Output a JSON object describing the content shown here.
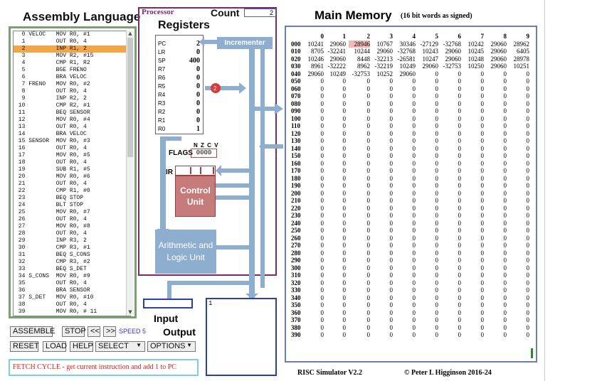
{
  "assembly": {
    "title": "Assembly Language",
    "lines": [
      "  0 VELOC   MOV R0, #1",
      "  1         OUT R0, 4",
      "  2         INP R1, 2",
      "  3         MOV R2, #15",
      "  4         CMP R1, R2",
      "  5         BGE FRENO",
      "  6         BRA VELOC",
      "  7 FRENO   MOV R0, #2",
      "  8         OUT R0, 4",
      "  9         INP R2, 2",
      " 10         CMP R2, #1",
      " 11         BEQ SENSOR",
      " 12         MOV R0, #4",
      " 13         OUT R0, 4",
      " 14         BRA VELOC",
      " 15 SENSOR  MOV R0, #3",
      " 16         OUT R0, 4",
      " 17         MOV R0, #5",
      " 18         OUT R0, 4",
      " 19         SUB R1, #5",
      " 20         MOV R0, #6",
      " 21         OUT R0, 4",
      " 22         CMP R1, #0",
      " 23         BEQ STOP",
      " 24         BLT STOP",
      " 25         MOV R0, #7",
      " 26         OUT R0, 4",
      " 27         MOV R0, #8",
      " 28         OUT R0, 4",
      " 29         INP R3, 2",
      " 30         CMP R3, #1",
      " 31         BEQ S_CONS",
      " 32         CMP R3, #2",
      " 33         BEQ S_DET",
      " 34 S_CONS  MOV R0, #9",
      " 35         OUT R0, 4",
      " 36         BRA SENSOR",
      " 37 S_DET   MOV R0, #10",
      " 38         OUT R0, 4",
      " 39         MOV R0, # 11"
    ],
    "highlight_index": 2
  },
  "buttons": {
    "assemble": "ASSEMBLE",
    "stop": "STOP",
    "back": "<<",
    "fwd": ">>",
    "speed": "SPEED 5",
    "reset": "RESET",
    "load": "LOAD",
    "help": "HELP",
    "select": "SELECT",
    "options": "OPTIONS"
  },
  "status": "FETCH CYCLE - get current instruction and add 1 to PC",
  "processor": {
    "label": "Processor",
    "count_label": "Count",
    "count_value": "2",
    "registers_title": "Registers",
    "registers": [
      {
        "name": "PC",
        "value": "2"
      },
      {
        "name": "LR",
        "value": "0"
      },
      {
        "name": "SP",
        "value": "400"
      },
      {
        "name": "R7",
        "value": "0"
      },
      {
        "name": "R6",
        "value": "0"
      },
      {
        "name": "R5",
        "value": "0"
      },
      {
        "name": "R4",
        "value": "0"
      },
      {
        "name": "R3",
        "value": "0"
      },
      {
        "name": "R2",
        "value": "0"
      },
      {
        "name": "R1",
        "value": "0"
      },
      {
        "name": "R0",
        "value": "1"
      }
    ],
    "incrementer": "Incrementer",
    "bus_token": "2",
    "flags_label": "FLAGS",
    "flags_header": "N Z C V",
    "flags_value": "0000",
    "ir_label": "IR",
    "control_unit": "Control Unit",
    "alu": "Arithmetic and Logic Unit",
    "input_label": "Input",
    "output_label": "Output",
    "output_text": "1"
  },
  "memory": {
    "title": "Main Memory",
    "subtitle": "(16 bit words as signed)",
    "columns": [
      "0",
      "1",
      "2",
      "3",
      "4",
      "5",
      "6",
      "7",
      "8",
      "9"
    ],
    "highlight": {
      "row": 0,
      "col": 2
    },
    "rows": [
      {
        "addr": "000",
        "vals": [
          "10241",
          "29060",
          "28946",
          "10767",
          "30346",
          "-27129",
          "-32768",
          "10242",
          "29060",
          "28962"
        ]
      },
      {
        "addr": "010",
        "vals": [
          "8705",
          "-32241",
          "10244",
          "29060",
          "-32768",
          "10243",
          "29060",
          "10245",
          "29060",
          "6405"
        ]
      },
      {
        "addr": "020",
        "vals": [
          "10246",
          "29060",
          "8448",
          "-32213",
          "-26581",
          "10247",
          "29060",
          "10248",
          "29060",
          "28978"
        ]
      },
      {
        "addr": "030",
        "vals": [
          "8961",
          "-32222",
          "8962",
          "-32219",
          "10249",
          "29060",
          "-32753",
          "10250",
          "29060",
          "10251"
        ]
      },
      {
        "addr": "040",
        "vals": [
          "29060",
          "10249",
          "-32753",
          "10252",
          "29060",
          "0",
          "0",
          "0",
          "0",
          "0"
        ]
      },
      {
        "addr": "050",
        "vals": [
          "0",
          "0",
          "0",
          "0",
          "0",
          "0",
          "0",
          "0",
          "0",
          "0"
        ]
      },
      {
        "addr": "060",
        "vals": [
          "0",
          "0",
          "0",
          "0",
          "0",
          "0",
          "0",
          "0",
          "0",
          "0"
        ]
      },
      {
        "addr": "070",
        "vals": [
          "0",
          "0",
          "0",
          "0",
          "0",
          "0",
          "0",
          "0",
          "0",
          "0"
        ]
      },
      {
        "addr": "080",
        "vals": [
          "0",
          "0",
          "0",
          "0",
          "0",
          "0",
          "0",
          "0",
          "0",
          "0"
        ]
      },
      {
        "addr": "090",
        "vals": [
          "0",
          "0",
          "0",
          "0",
          "0",
          "0",
          "0",
          "0",
          "0",
          "0"
        ]
      },
      {
        "addr": "100",
        "vals": [
          "0",
          "0",
          "0",
          "0",
          "0",
          "0",
          "0",
          "0",
          "0",
          "0"
        ]
      },
      {
        "addr": "110",
        "vals": [
          "0",
          "0",
          "0",
          "0",
          "0",
          "0",
          "0",
          "0",
          "0",
          "0"
        ]
      },
      {
        "addr": "120",
        "vals": [
          "0",
          "0",
          "0",
          "0",
          "0",
          "0",
          "0",
          "0",
          "0",
          "0"
        ]
      },
      {
        "addr": "130",
        "vals": [
          "0",
          "0",
          "0",
          "0",
          "0",
          "0",
          "0",
          "0",
          "0",
          "0"
        ]
      },
      {
        "addr": "140",
        "vals": [
          "0",
          "0",
          "0",
          "0",
          "0",
          "0",
          "0",
          "0",
          "0",
          "0"
        ]
      },
      {
        "addr": "150",
        "vals": [
          "0",
          "0",
          "0",
          "0",
          "0",
          "0",
          "0",
          "0",
          "0",
          "0"
        ]
      },
      {
        "addr": "160",
        "vals": [
          "0",
          "0",
          "0",
          "0",
          "0",
          "0",
          "0",
          "0",
          "0",
          "0"
        ]
      },
      {
        "addr": "170",
        "vals": [
          "0",
          "0",
          "0",
          "0",
          "0",
          "0",
          "0",
          "0",
          "0",
          "0"
        ]
      },
      {
        "addr": "180",
        "vals": [
          "0",
          "0",
          "0",
          "0",
          "0",
          "0",
          "0",
          "0",
          "0",
          "0"
        ]
      },
      {
        "addr": "190",
        "vals": [
          "0",
          "0",
          "0",
          "0",
          "0",
          "0",
          "0",
          "0",
          "0",
          "0"
        ]
      },
      {
        "addr": "200",
        "vals": [
          "0",
          "0",
          "0",
          "0",
          "0",
          "0",
          "0",
          "0",
          "0",
          "0"
        ]
      },
      {
        "addr": "210",
        "vals": [
          "0",
          "0",
          "0",
          "0",
          "0",
          "0",
          "0",
          "0",
          "0",
          "0"
        ]
      },
      {
        "addr": "220",
        "vals": [
          "0",
          "0",
          "0",
          "0",
          "0",
          "0",
          "0",
          "0",
          "0",
          "0"
        ]
      },
      {
        "addr": "230",
        "vals": [
          "0",
          "0",
          "0",
          "0",
          "0",
          "0",
          "0",
          "0",
          "0",
          "0"
        ]
      },
      {
        "addr": "240",
        "vals": [
          "0",
          "0",
          "0",
          "0",
          "0",
          "0",
          "0",
          "0",
          "0",
          "0"
        ]
      },
      {
        "addr": "250",
        "vals": [
          "0",
          "0",
          "0",
          "0",
          "0",
          "0",
          "0",
          "0",
          "0",
          "0"
        ]
      },
      {
        "addr": "260",
        "vals": [
          "0",
          "0",
          "0",
          "0",
          "0",
          "0",
          "0",
          "0",
          "0",
          "0"
        ]
      },
      {
        "addr": "270",
        "vals": [
          "0",
          "0",
          "0",
          "0",
          "0",
          "0",
          "0",
          "0",
          "0",
          "0"
        ]
      },
      {
        "addr": "280",
        "vals": [
          "0",
          "0",
          "0",
          "0",
          "0",
          "0",
          "0",
          "0",
          "0",
          "0"
        ]
      },
      {
        "addr": "290",
        "vals": [
          "0",
          "0",
          "0",
          "0",
          "0",
          "0",
          "0",
          "0",
          "0",
          "0"
        ]
      },
      {
        "addr": "300",
        "vals": [
          "0",
          "0",
          "0",
          "0",
          "0",
          "0",
          "0",
          "0",
          "0",
          "0"
        ]
      },
      {
        "addr": "310",
        "vals": [
          "0",
          "0",
          "0",
          "0",
          "0",
          "0",
          "0",
          "0",
          "0",
          "0"
        ]
      },
      {
        "addr": "320",
        "vals": [
          "0",
          "0",
          "0",
          "0",
          "0",
          "0",
          "0",
          "0",
          "0",
          "0"
        ]
      },
      {
        "addr": "330",
        "vals": [
          "0",
          "0",
          "0",
          "0",
          "0",
          "0",
          "0",
          "0",
          "0",
          "0"
        ]
      },
      {
        "addr": "340",
        "vals": [
          "0",
          "0",
          "0",
          "0",
          "0",
          "0",
          "0",
          "0",
          "0",
          "0"
        ]
      },
      {
        "addr": "350",
        "vals": [
          "0",
          "0",
          "0",
          "0",
          "0",
          "0",
          "0",
          "0",
          "0",
          "0"
        ]
      },
      {
        "addr": "360",
        "vals": [
          "0",
          "0",
          "0",
          "0",
          "0",
          "0",
          "0",
          "0",
          "0",
          "0"
        ]
      },
      {
        "addr": "370",
        "vals": [
          "0",
          "0",
          "0",
          "0",
          "0",
          "0",
          "0",
          "0",
          "0",
          "0"
        ]
      },
      {
        "addr": "380",
        "vals": [
          "0",
          "0",
          "0",
          "0",
          "0",
          "0",
          "0",
          "0",
          "0",
          "0"
        ]
      },
      {
        "addr": "390",
        "vals": [
          "0",
          "0",
          "0",
          "0",
          "0",
          "0",
          "0",
          "0",
          "0",
          "0"
        ]
      }
    ]
  },
  "footer": {
    "version": "RISC Simulator V2.2",
    "copyright": "© Peter L Higginson 2016-24"
  }
}
